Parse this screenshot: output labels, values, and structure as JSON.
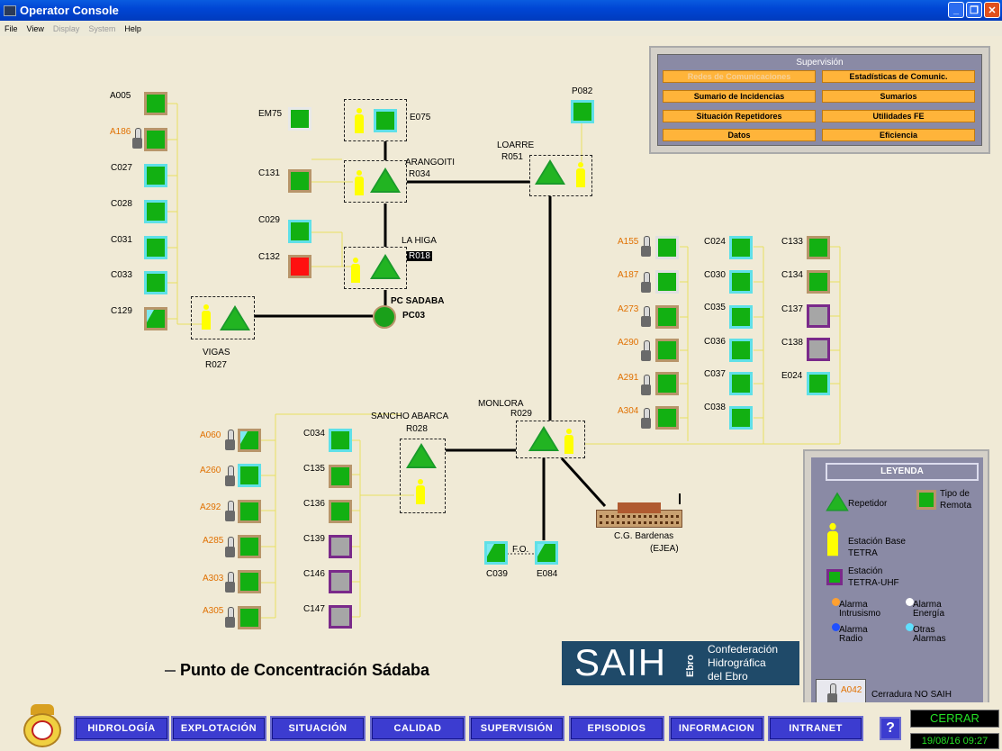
{
  "window": {
    "title": "Operator Console"
  },
  "menu": [
    "File",
    "View",
    "Display",
    "System",
    "Help"
  ],
  "supervision": {
    "title": "Supervisión",
    "buttons": [
      "Redes de Comunicaciones",
      "Estadísticas de Comunic.",
      "Sumario de Incidencias",
      "Sumarios",
      "Situación Repetidores",
      "Utilidades FE",
      "Datos",
      "Eficiencia"
    ]
  },
  "repeaters": {
    "e075": "E075",
    "arangoiti": "ARANGOITI",
    "r034": "R034",
    "laHiga": "LA HIGA",
    "r018": "R018",
    "loarre": "LOARRE",
    "r051": "R051",
    "vigas": "VIGAS",
    "r027": "R027",
    "pc": "PC SADABA",
    "pc03": "PC03",
    "sancho": "SANCHO ABARCA",
    "r028": "R028",
    "monlora": "MONLORA",
    "r029": "R029",
    "fo": "F.O.",
    "bardenas": "C.G. Bardenas",
    "ejea": "(EJEA)"
  },
  "stations": {
    "A005": "A005",
    "A186": "A186",
    "C027": "C027",
    "C028": "C028",
    "C031": "C031",
    "C033": "C033",
    "C129": "C129",
    "EM75": "EM75",
    "C131": "C131",
    "C029": "C029",
    "C132": "C132",
    "P082": "P082",
    "A155": "A155",
    "A187": "A187",
    "A273": "A273",
    "A290": "A290",
    "A291": "A291",
    "A304": "A304",
    "C024": "C024",
    "C030": "C030",
    "C035": "C035",
    "C036": "C036",
    "C037": "C037",
    "C038": "C038",
    "C133": "C133",
    "C134": "C134",
    "C137": "C137",
    "C138": "C138",
    "E024": "E024",
    "A060": "A060",
    "A260": "A260",
    "A292": "A292",
    "A285": "A285",
    "A303": "A303",
    "A305": "A305",
    "C034": "C034",
    "C135": "C135",
    "C136": "C136",
    "C139": "C139",
    "C146": "C146",
    "C147": "C147",
    "C039": "C039",
    "E084": "E084"
  },
  "legend": {
    "title": "LEYENDA",
    "repetidor": "Repetidor",
    "tipo1": "Tipo de",
    "tipo2": "Remota",
    "tetra1": "Estación Base",
    "tetra2": "TETRA",
    "uhf1": "Estación",
    "uhf2": "TETRA-UHF",
    "ai1": "Alarma",
    "ai2": "Intrusismo",
    "ae1": "Alarma",
    "ae2": "Energía",
    "ar1": "Alarma",
    "ar2": "Radio",
    "oa1": "Otras",
    "oa2": "Alarmas",
    "key": "A042",
    "cerr": "Cerradura NO SAIH",
    "colors": {
      "intrusismo": "#ffa030",
      "energia": "#ffffff",
      "radio": "#2050ff",
      "otras": "#60e0ff"
    }
  },
  "pageTitle": "Punto de Concentración Sádaba",
  "saih": {
    "big": "SAIH",
    "ebro": "Ebro",
    "c1": "Confederación",
    "c2": "Hidrográfica",
    "c3": "del Ebro"
  },
  "nav": [
    "HIDROLOGÍA",
    "EXPLOTACIÓN",
    "SITUACIÓN",
    "CALIDAD",
    "SUPERVISIÓN",
    "EPISODIOS",
    "INFORMACION",
    "INTRANET"
  ],
  "help": "?",
  "cerrar": "CERRAR",
  "clock": "19/08/16  09:27"
}
